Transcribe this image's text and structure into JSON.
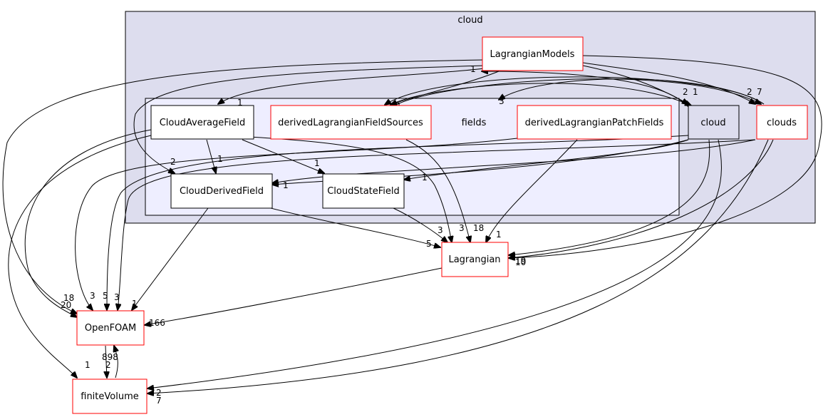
{
  "clusters": {
    "cloud": {
      "label": "cloud"
    },
    "fields": {
      "label": "fields"
    }
  },
  "nodes": {
    "LagrangianModels": {
      "label": "LagrangianModels",
      "border": "#ff0000"
    },
    "CloudAverageField": {
      "label": "CloudAverageField",
      "border": "#000000"
    },
    "derivedLagrangianFieldSources": {
      "label": "derivedLagrangianFieldSources",
      "border": "#ff0000"
    },
    "derivedLagrangianPatchFields": {
      "label": "derivedLagrangianPatchFields",
      "border": "#ff0000"
    },
    "cloud_dir": {
      "label": "cloud",
      "border": "#000000"
    },
    "clouds": {
      "label": "clouds",
      "border": "#ff0000"
    },
    "CloudDerivedField": {
      "label": "CloudDerivedField",
      "border": "#000000"
    },
    "CloudStateField": {
      "label": "CloudStateField",
      "border": "#000000"
    },
    "Lagrangian": {
      "label": "Lagrangian",
      "border": "#ff0000"
    },
    "OpenFOAM": {
      "label": "OpenFOAM",
      "border": "#ff0000"
    },
    "finiteVolume": {
      "label": "finiteVolume",
      "border": "#ff0000"
    }
  },
  "edge_labels": {
    "lm_to_clouds": "7",
    "lm_to_cloud": "1",
    "lm_to_derivedSources": "1",
    "lm_to_avg": "1",
    "lm_to_derived": "2",
    "cloud_to_lm": "1",
    "avg_to_derived": "1",
    "avg_to_state": "1",
    "derived_to_lagrangian": "5",
    "derived_to_openfoam": "1",
    "state_to_lagrangian": "3",
    "sources_to_lagrangian": "3",
    "sources_to_cloud": "2",
    "sources_to_clouds": "2",
    "patch_to_lagrangian": "1",
    "cloud_to_derived": "1",
    "cloud_to_state": "1",
    "clouds_to_fields": "3",
    "clouds_to_lagrangian_a": "18",
    "clouds_to_lagrangian_b": "10",
    "cloud_to_lagrangian": "19",
    "lagrangian_to_openfoam": "166",
    "openfoam_in_a": "18",
    "openfoam_in_b": "20",
    "openfoam_in_c": "3",
    "openfoam_in_d": "5",
    "openfoam_in_e": "3",
    "openfoam_to_fv": "2",
    "fv_to_openfoam": "898",
    "fv_in_a": "1",
    "fv_in_b": "2",
    "fv_in_c": "7"
  }
}
